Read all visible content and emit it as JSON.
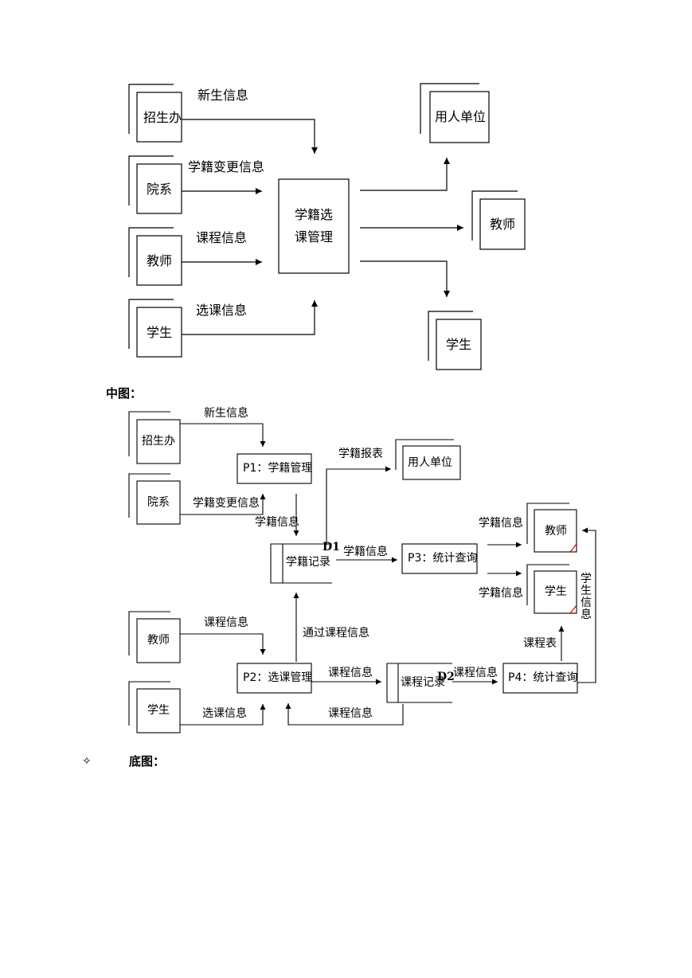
{
  "top_diagram": {
    "entities": {
      "admissions": "招生办",
      "department": "院系",
      "teacher": "教师",
      "student": "学生",
      "employer": "用人单位",
      "teacher_out": "教师",
      "student_out": "学生"
    },
    "process": {
      "line1": "学籍选",
      "line2": "课管理"
    },
    "flows": {
      "new_student_info": "新生信息",
      "status_change_info": "学籍变更信息",
      "course_info": "课程信息",
      "selection_info": "选课信息"
    }
  },
  "middle_heading": "中图：",
  "middle_diagram": {
    "entities": {
      "admissions": "招生办",
      "department": "院系",
      "teacher_left": "教师",
      "student_left": "学生",
      "employer": "用人单位",
      "teacher_right": "教师",
      "student_right": "学生"
    },
    "processes": {
      "p1": "P1：学籍管理",
      "p2": "P2：选课管理",
      "p3": "P3：统计查询",
      "p4": "P4：统计查询"
    },
    "stores": {
      "d1_name": "学籍记录",
      "d1_id": "D1",
      "d2_name": "课程记录",
      "d2_id": "D2"
    },
    "flows": {
      "new_student_info": "新生信息",
      "status_change_info": "学籍变更信息",
      "status_info_p1_d1": "学籍信息",
      "status_report": "学籍报表",
      "status_info_d1_p3": "学籍信息",
      "status_info_to_teacher": "学籍信息",
      "status_info_to_student": "学籍信息",
      "course_info_teacher": "课程信息",
      "selection_info": "选课信息",
      "passed_course_info": "通过课程信息",
      "course_info_p2_d2": "课程信息",
      "course_info_d2_p4": "课程信息",
      "course_info_d2_p2": "课程信息",
      "course_table": "课程表",
      "student_info_vertical": "学生信息"
    }
  },
  "bottom_bullet": "✧",
  "bottom_heading": "底图："
}
